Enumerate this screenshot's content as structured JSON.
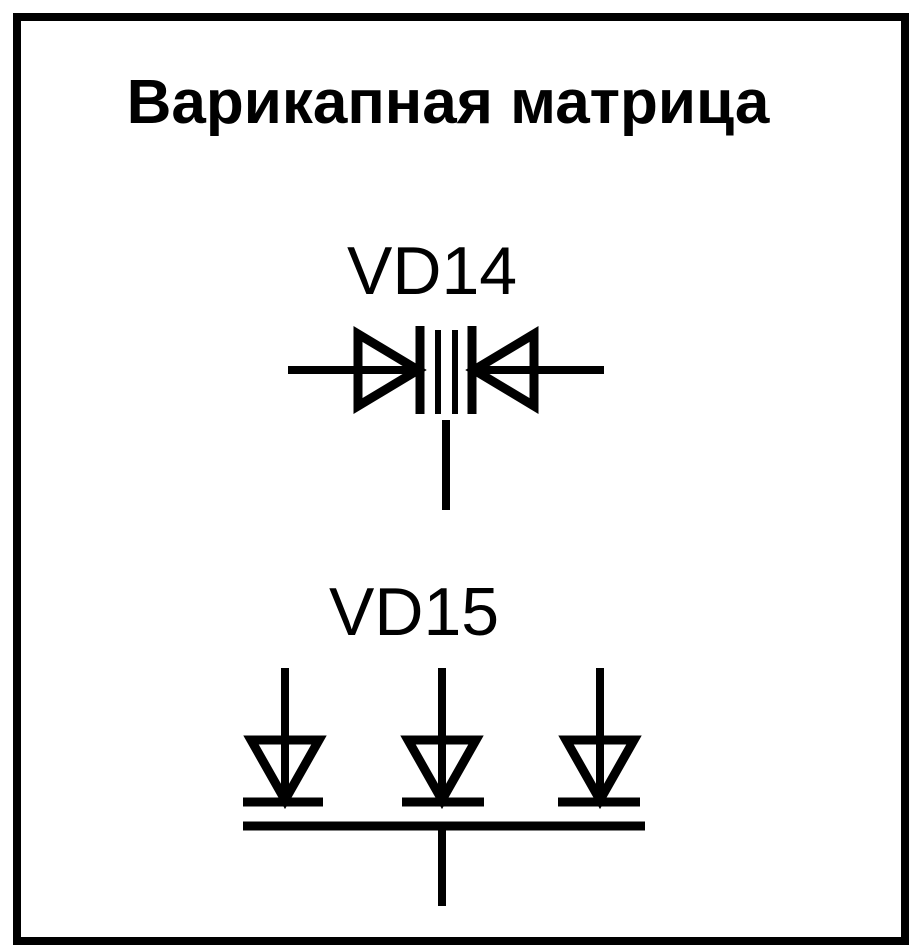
{
  "title": "Варикапная матрица",
  "components": {
    "vd14": {
      "designator": "VD14"
    },
    "vd15": {
      "designator": "VD15"
    }
  },
  "colors": {
    "ink": "#000000",
    "paper": "#ffffff"
  }
}
